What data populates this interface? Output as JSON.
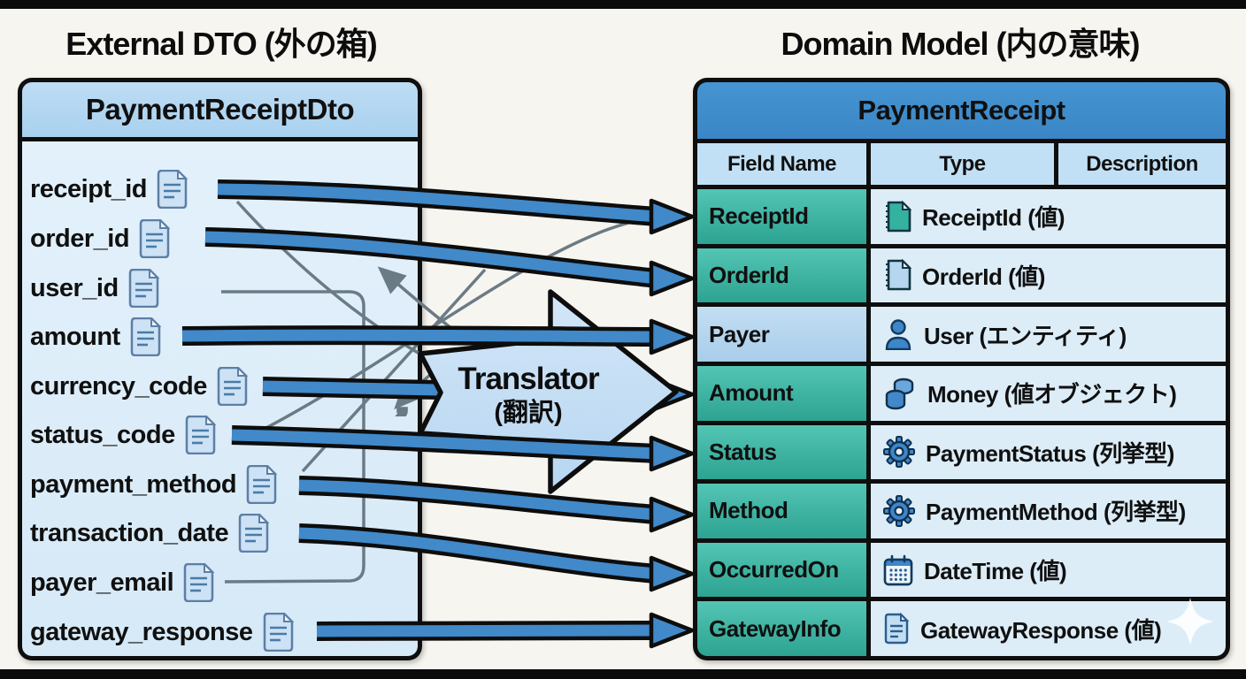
{
  "titles": {
    "left": "External DTO (外の箱)",
    "right": "Domain Model (内の意味)"
  },
  "dto": {
    "name": "PaymentReceiptDto",
    "fields": [
      "receipt_id",
      "order_id",
      "user_id",
      "amount",
      "currency_code",
      "status_code",
      "payment_method",
      "transaction_date",
      "payer_email",
      "gateway_response"
    ]
  },
  "translator": {
    "label": "Translator",
    "sublabel": "(翻訳)"
  },
  "domain": {
    "name": "PaymentReceipt",
    "columns": [
      "Field Name",
      "Type",
      "Description"
    ],
    "rows": [
      {
        "field": "ReceiptId",
        "type": "ReceiptId (値)",
        "icon": "notebook-teal-icon"
      },
      {
        "field": "OrderId",
        "type": "OrderId (値)",
        "icon": "notebook-blue-icon"
      },
      {
        "field": "Payer",
        "type": "User (エンティティ)",
        "icon": "user-icon"
      },
      {
        "field": "Amount",
        "type": "Money (値オブジェクト)",
        "icon": "coins-icon"
      },
      {
        "field": "Status",
        "type": "PaymentStatus (列挙型)",
        "icon": "gear-icon"
      },
      {
        "field": "Method",
        "type": "PaymentMethod (列挙型)",
        "icon": "gear-icon"
      },
      {
        "field": "OccurredOn",
        "type": "DateTime (値)",
        "icon": "calendar-icon"
      },
      {
        "field": "GatewayInfo",
        "type": "GatewayResponse (値)",
        "icon": "document-icon"
      }
    ]
  },
  "colors": {
    "arrow_blue": "#4189c9",
    "teal_cell": "#35b1a0",
    "header_blue": "#3e8ecb",
    "light_cell": "#dcedf8",
    "translator_fill": "#c9e0f6"
  }
}
